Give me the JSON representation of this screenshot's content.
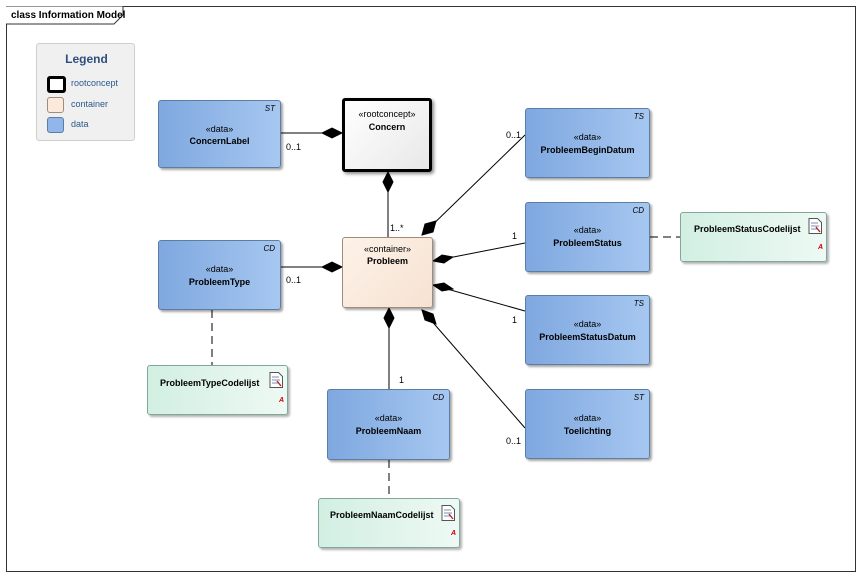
{
  "frame": {
    "title": "class Information Model"
  },
  "legend": {
    "title": "Legend",
    "items": [
      {
        "label": "rootconcept"
      },
      {
        "label": "container"
      },
      {
        "label": "data"
      }
    ]
  },
  "classes": {
    "concern_label": {
      "stereotype": "«data»",
      "name": "ConcernLabel",
      "type": "ST"
    },
    "concern": {
      "stereotype": "«rootconcept»",
      "name": "Concern"
    },
    "probleem": {
      "stereotype": "«container»",
      "name": "Probleem"
    },
    "probleem_type": {
      "stereotype": "«data»",
      "name": "ProbleemType",
      "type": "CD"
    },
    "probleem_begin_datum": {
      "stereotype": "«data»",
      "name": "ProbleemBeginDatum",
      "type": "TS"
    },
    "probleem_status": {
      "stereotype": "«data»",
      "name": "ProbleemStatus",
      "type": "CD"
    },
    "probleem_status_datum": {
      "stereotype": "«data»",
      "name": "ProbleemStatusDatum",
      "type": "TS"
    },
    "toelichting": {
      "stereotype": "«data»",
      "name": "Toelichting",
      "type": "ST"
    },
    "probleem_naam": {
      "stereotype": "«data»",
      "name": "ProbleemNaam",
      "type": "CD"
    }
  },
  "codelists": {
    "status": {
      "name": "ProbleemStatusCodelijst",
      "alert": "A"
    },
    "type": {
      "name": "ProbleemTypeCodelijst",
      "alert": "A"
    },
    "naam": {
      "name": "ProbleemNaamCodelijst",
      "alert": "A"
    }
  },
  "multiplicities": {
    "concern_label": "0..1",
    "concern_probleem": "1..*",
    "probleem_type": "0..1",
    "begin_datum": "0..1",
    "status": "1",
    "status_datum": "1",
    "naam": "1",
    "toelichting": "0..1"
  },
  "colors": {
    "data_fill": "#a6c7f0",
    "container_fill": "#fdf2e8",
    "codelist_fill": "#d2efe2",
    "line": "#000000"
  }
}
